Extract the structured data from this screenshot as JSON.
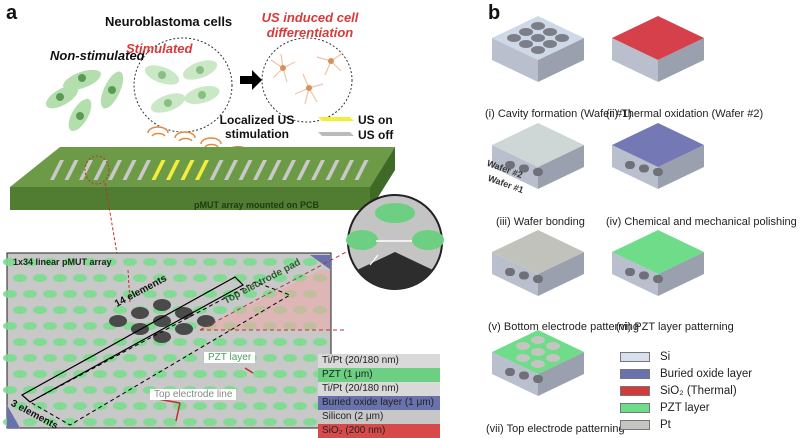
{
  "panel_a": {
    "label": "a",
    "title": "Neuroblastoma cells",
    "non_stimulated": "Non-stimulated",
    "stimulated": "Stimulated",
    "differentiation": "US induced cell differentiation",
    "localized": "Localized US stimulation",
    "legend": {
      "on": "US on",
      "off": "US off"
    },
    "pcb_label": "pMUT array mounted on PCB",
    "array_title": "1x34 linear pMUT array",
    "elements_14": "14 elements",
    "elements_3": "3 elements",
    "top_pad": "Top electrode pad",
    "pzt_tag": "PZT layer",
    "top_line_tag": "Top electrode line",
    "layers": [
      {
        "label": "Ti/Pt (20/180 nm)",
        "color": "#d9d9d9"
      },
      {
        "label": "PZT (1 μm)",
        "color": "#6ccf82"
      },
      {
        "label": "Ti/Pt (20/180 nm)",
        "color": "#d9d9d9"
      },
      {
        "label": "Buried oxide layer (1 μm)",
        "color": "#6a72ad"
      },
      {
        "label": "Silicon (2 μm)",
        "color": "#c7c7c7"
      },
      {
        "label": "SiO₂ (200 nm)",
        "color": "#d84a4a"
      }
    ],
    "active_stripes": [
      7,
      8,
      9,
      10
    ]
  },
  "panel_b": {
    "label": "b",
    "steps": [
      {
        "caption": "(i) Cavity formation (Wafer #1)",
        "top": "#cfd8e6",
        "kind": "cavity"
      },
      {
        "caption": "(ii) Thermal oxidation (Wafer #2)",
        "top": "#d6404a",
        "kind": "plain"
      },
      {
        "caption": "(iii) Wafer bonding",
        "top": "#cfd6d6",
        "kind": "bonded"
      },
      {
        "caption": "(iv) Chemical and mechanical polishing",
        "top": "#7479b6",
        "kind": "layered"
      },
      {
        "caption": "(v) Bottom electrode patterning",
        "top": "#c2c2bc",
        "kind": "layered"
      },
      {
        "caption": "(vi) PZT layer patterning",
        "top": "#6fdc8a",
        "kind": "layered"
      },
      {
        "caption": "(vii) Top electrode patterning",
        "top": "#6fdc8a",
        "kind": "patterned"
      }
    ],
    "wafer2": "Wafer #2",
    "wafer1": "Wafer #1",
    "legend": [
      {
        "label": "Si",
        "color": "#d7e0ec"
      },
      {
        "label": "Buried oxide layer",
        "color": "#6a72ad"
      },
      {
        "label": "SiO₂ (Thermal)",
        "color": "#d33a3a"
      },
      {
        "label": "PZT layer",
        "color": "#6fdc8a"
      },
      {
        "label": "Pt",
        "color": "#c4c4c0"
      }
    ],
    "colors": {
      "side_light": "#b9bfcc",
      "side_dark": "#9aa0ae",
      "cavity": "#7d7f88"
    }
  }
}
